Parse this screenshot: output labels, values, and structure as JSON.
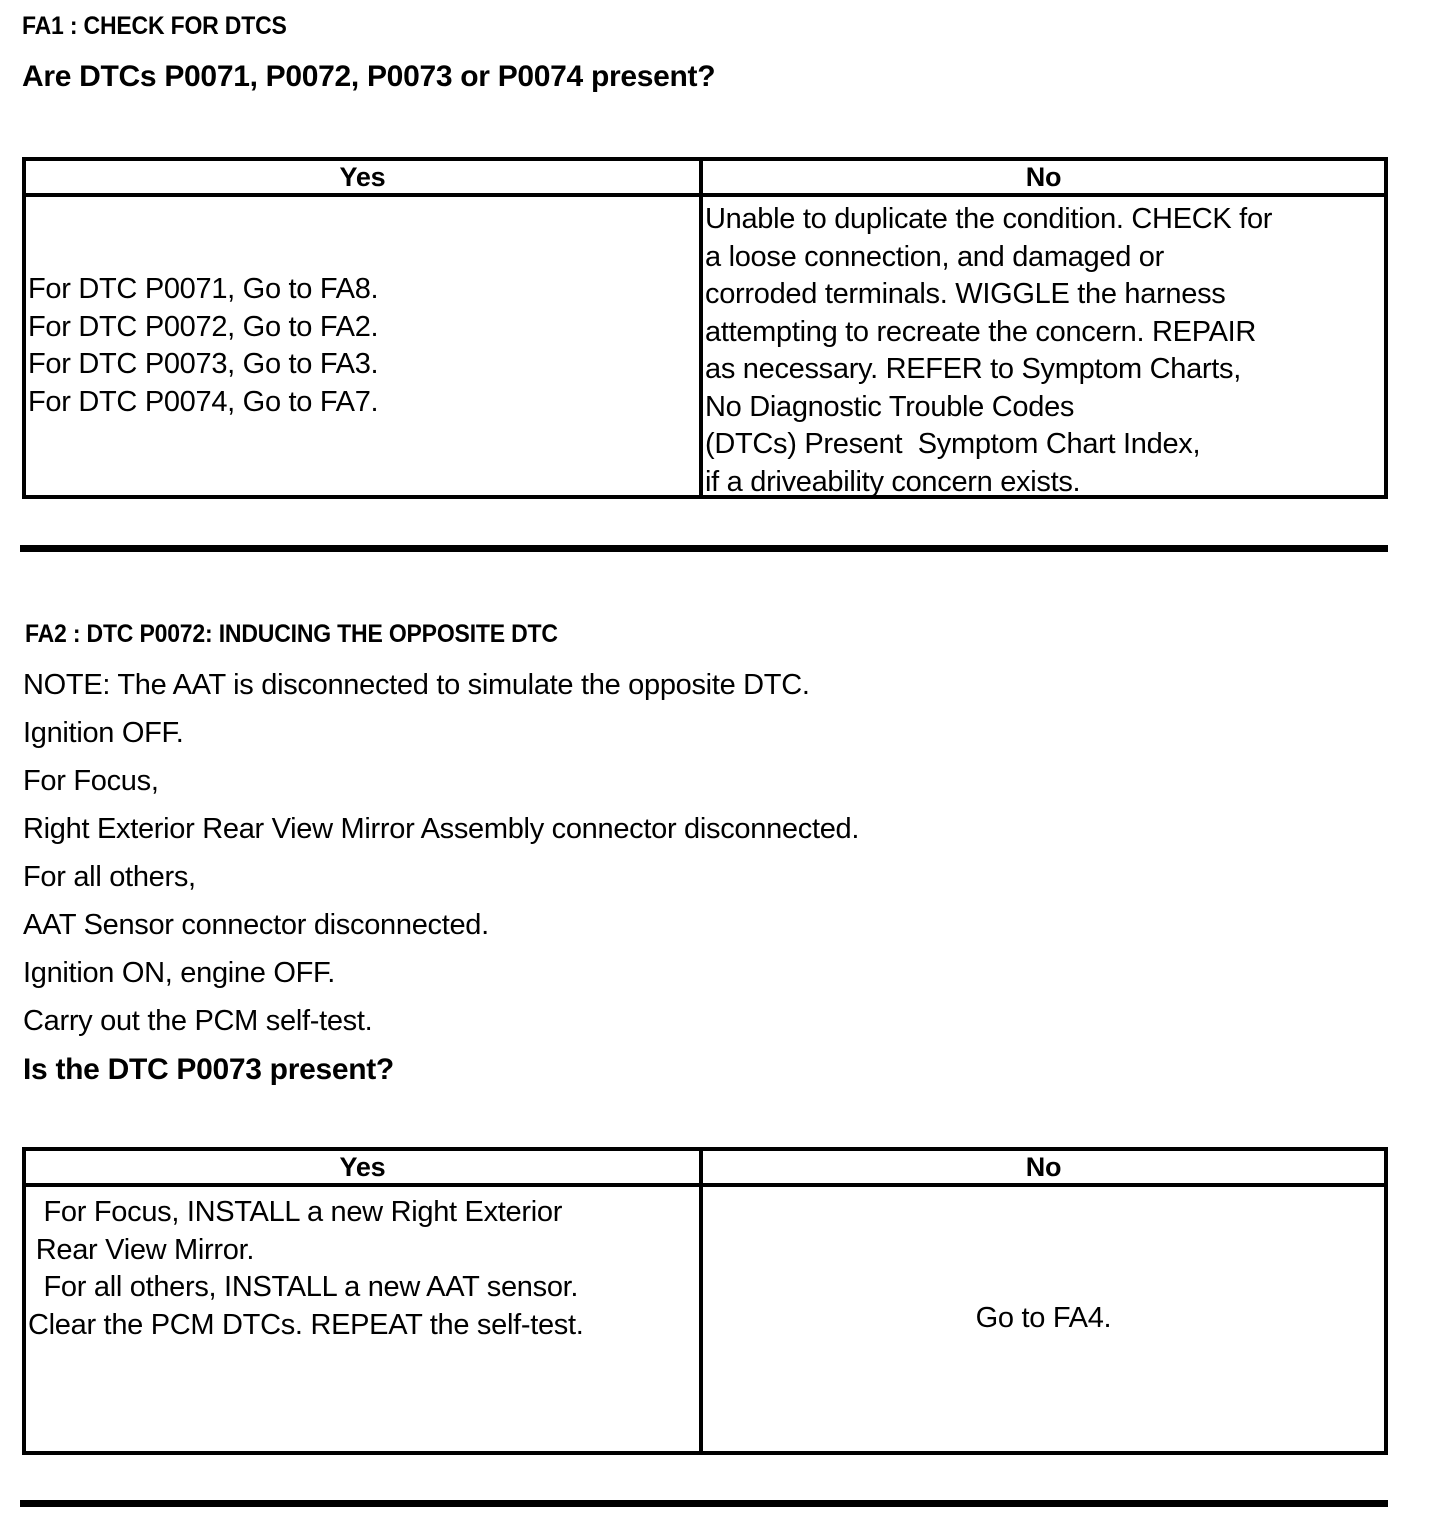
{
  "document": {
    "type": "diagnostic-pinpoint-test"
  },
  "sections": [
    {
      "step_id": "FA1 : CHECK FOR DTCS",
      "question": "Are DTCs P0071, P0072, P0073 or P0074 present?",
      "table": {
        "headers": [
          "Yes",
          "No"
        ],
        "yes_lines": [
          "For DTC P0071, Go to FA8.",
          "For DTC P0072, Go to FA2.",
          "For DTC P0073, Go to FA3.",
          "For DTC P0074, Go to FA7."
        ],
        "no_lines": [
          "Unable to duplicate the condition. CHECK for",
          "a loose connection, and damaged or",
          "corroded terminals. WIGGLE the harness",
          "attempting to recreate the concern. REPAIR",
          "as necessary. REFER to Symptom Charts,",
          "No Diagnostic Trouble Codes",
          "(DTCs) Present  Symptom Chart Index,",
          "if a driveability concern exists."
        ]
      }
    },
    {
      "step_id": "FA2 : DTC P0072: INDUCING THE OPPOSITE DTC",
      "body_lines": [
        "NOTE: The AAT is disconnected to simulate the opposite DTC.",
        "Ignition OFF.",
        "For Focus,",
        "Right Exterior Rear View Mirror Assembly connector disconnected.",
        "For all others,",
        "AAT Sensor connector disconnected.",
        "Ignition ON, engine OFF.",
        "Carry out the PCM self-test."
      ],
      "question": "Is the DTC P0073 present?",
      "table": {
        "headers": [
          "Yes",
          "No"
        ],
        "yes_lines": [
          "  For Focus, INSTALL a new Right Exterior",
          " Rear View Mirror.",
          "  For all others, INSTALL a new AAT sensor.",
          "Clear the PCM DTCs. REPEAT the self-test."
        ],
        "no_lines": [
          "Go to FA4."
        ]
      }
    }
  ]
}
